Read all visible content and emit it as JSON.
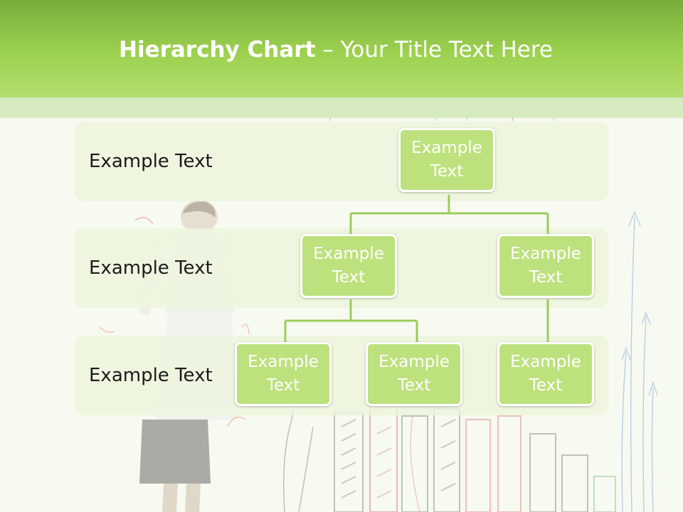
{
  "title": {
    "bold": "Hierarchy Chart",
    "rest": " – Your Title Text Here"
  },
  "rows": [
    {
      "label": "Example Text"
    },
    {
      "label": "Example Text"
    },
    {
      "label": "Example Text"
    }
  ],
  "nodes": {
    "root": "Example\nText",
    "level2_left": "Example\nText",
    "level2_right": "Example\nText",
    "level3_left": "Example\nText",
    "level3_middle": "Example\nText",
    "level3_right": "Example\nText"
  },
  "colors": {
    "header": "#9dd14f",
    "node_fill": "#bde17d",
    "connector": "#9ccc5c",
    "row_band": "#ecf5dd"
  }
}
